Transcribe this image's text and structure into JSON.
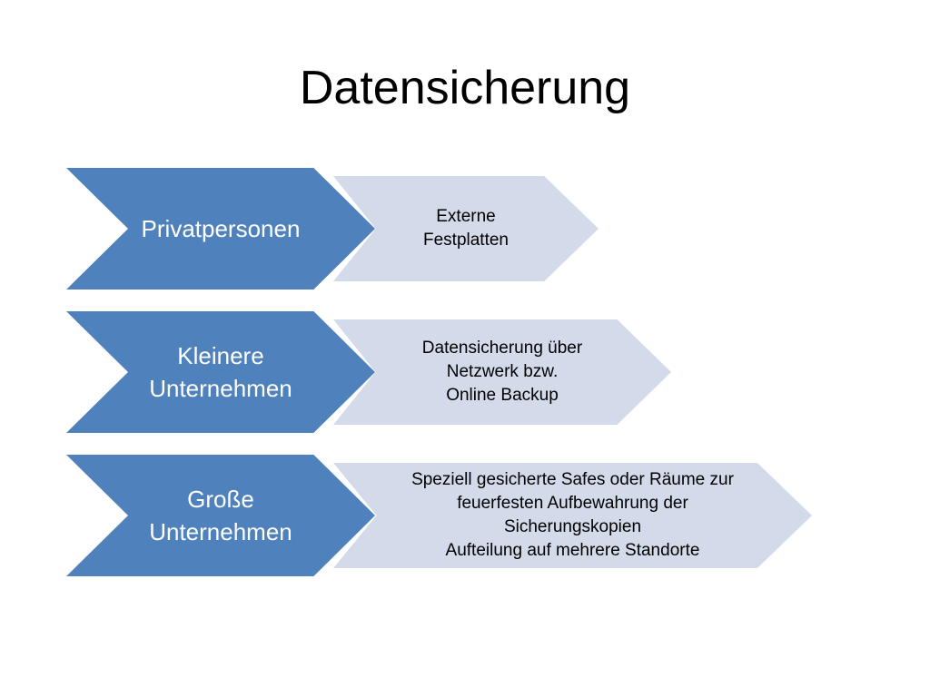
{
  "slide": {
    "title": "Datensicherung"
  },
  "rows": [
    {
      "label": "Privatpersonen",
      "detail": "Externe\nFestplatten"
    },
    {
      "label": "Kleinere\nUnternehmen",
      "detail": "Datensicherung über\nNetzwerk bzw.\nOnline Backup"
    },
    {
      "label": "Große\nUnternehmen",
      "detail": "Speziell gesicherte Safes oder Räume zur\nfeuerfesten Aufbewahrung der\nSicherungskopien\nAufteilung auf mehrere Standorte"
    }
  ],
  "colors": {
    "main_chevron": "#4f81bd",
    "detail_chevron": "#d3daea"
  }
}
